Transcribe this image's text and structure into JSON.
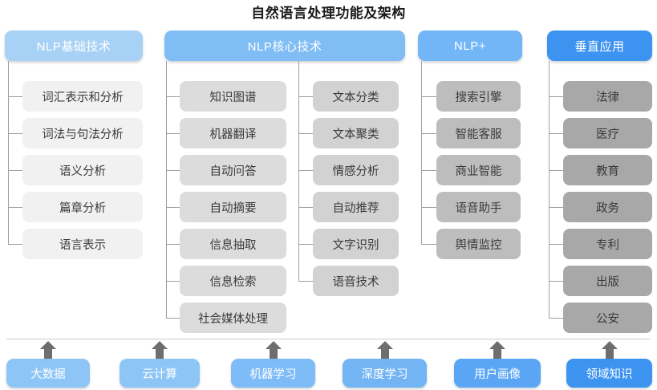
{
  "title": "自然语言处理功能及架构",
  "colors": {
    "group_1": "#a8d2f5",
    "group_2": "#81bdf5",
    "group_3": "#73b6f7",
    "group_4": "#3d93f0",
    "leaf_1": "#f1f1f1",
    "leaf_2": "#dcdcdc",
    "leaf_3": "#d2d2d2",
    "leaf_4": "#bdbdbd",
    "leaf_5": "#a8a8a8",
    "connector": "#9aa0a6",
    "rule": "#c9ccd1",
    "arrow": "#6e6e6e"
  },
  "groups": [
    {
      "key": "nlp-basic",
      "label": "NLP基础技术",
      "color_key": "group_1",
      "columns": [
        {
          "key": "basic",
          "leaf_color_key": "leaf_1",
          "items": [
            "词汇表示和分析",
            "词法与句法分析",
            "语义分析",
            "篇章分析",
            "语言表示"
          ]
        }
      ]
    },
    {
      "key": "nlp-core",
      "label": "NLP核心技术",
      "color_key": "group_2",
      "columns": [
        {
          "key": "core-left",
          "leaf_color_key": "leaf_2",
          "items": [
            "知识图谱",
            "机器翻译",
            "自动问答",
            "自动摘要",
            "信息抽取",
            "信息检索",
            "社会媒体处理"
          ]
        },
        {
          "key": "core-right",
          "leaf_color_key": "leaf_3",
          "items": [
            "文本分类",
            "文本聚类",
            "情感分析",
            "自动推荐",
            "文字识别",
            "语音技术"
          ]
        }
      ]
    },
    {
      "key": "nlp-plus",
      "label": "NLP+",
      "color_key": "group_3",
      "columns": [
        {
          "key": "plus",
          "leaf_color_key": "leaf_4",
          "items": [
            "搜索引擎",
            "智能客服",
            "商业智能",
            "语音助手",
            "舆情监控"
          ]
        }
      ]
    },
    {
      "key": "vertical-apps",
      "label": "垂直应用",
      "color_key": "group_4",
      "columns": [
        {
          "key": "vertical",
          "leaf_color_key": "leaf_5",
          "items": [
            "法律",
            "医疗",
            "教育",
            "政务",
            "专利",
            "出版",
            "公安"
          ]
        }
      ]
    }
  ],
  "foundations": [
    {
      "label": "大数据",
      "color": "#8ec5f7"
    },
    {
      "label": "云计算",
      "color": "#8ec5f7"
    },
    {
      "label": "机器学习",
      "color": "#7dbcf7"
    },
    {
      "label": "深度学习",
      "color": "#73b4f5"
    },
    {
      "label": "用户画像",
      "color": "#5aa6f5"
    },
    {
      "label": "领域知识",
      "color": "#3d93f0"
    }
  ],
  "arrow_icon": "up-arrow-icon",
  "watermark": ""
}
